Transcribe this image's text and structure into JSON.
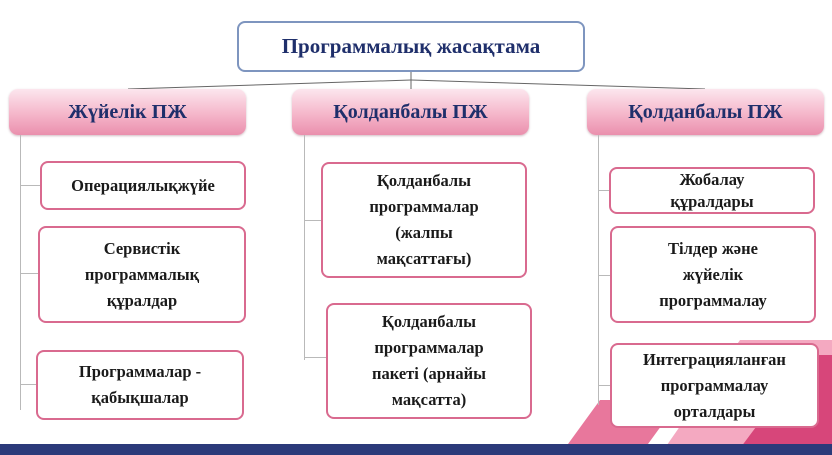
{
  "root": {
    "label": "Программалық жасақтама"
  },
  "columns": [
    {
      "header": "Жүйелік ПЖ",
      "items": [
        "Операциялықжүйе",
        "Сервистік\nпрограммалық\nқұралдар",
        "Программалар  -\nқабықшалар"
      ]
    },
    {
      "header": "Қолданбалы ПЖ",
      "items": [
        "Қолданбалы\nпрограммалар\n(жалпы\nмақсаттағы)",
        "Қолданбалы\nпрограммалар\nпакеті (арнайы\nмақсатта)"
      ]
    },
    {
      "header": "Қолданбалы ПЖ",
      "items": [
        "Жобалау\nқұралдары",
        "Тілдер және\nжүйелік\nпрограммалау",
        "Интеграцияланған\nпрограммалау\nорталдары"
      ]
    }
  ],
  "colors": {
    "title_text": "#1f2f6b",
    "box_border": "#d96a8f",
    "header_fill": "#f5b6ca",
    "bottom_bar": "#2b3a7a",
    "accent_pink": "#e8779c"
  }
}
